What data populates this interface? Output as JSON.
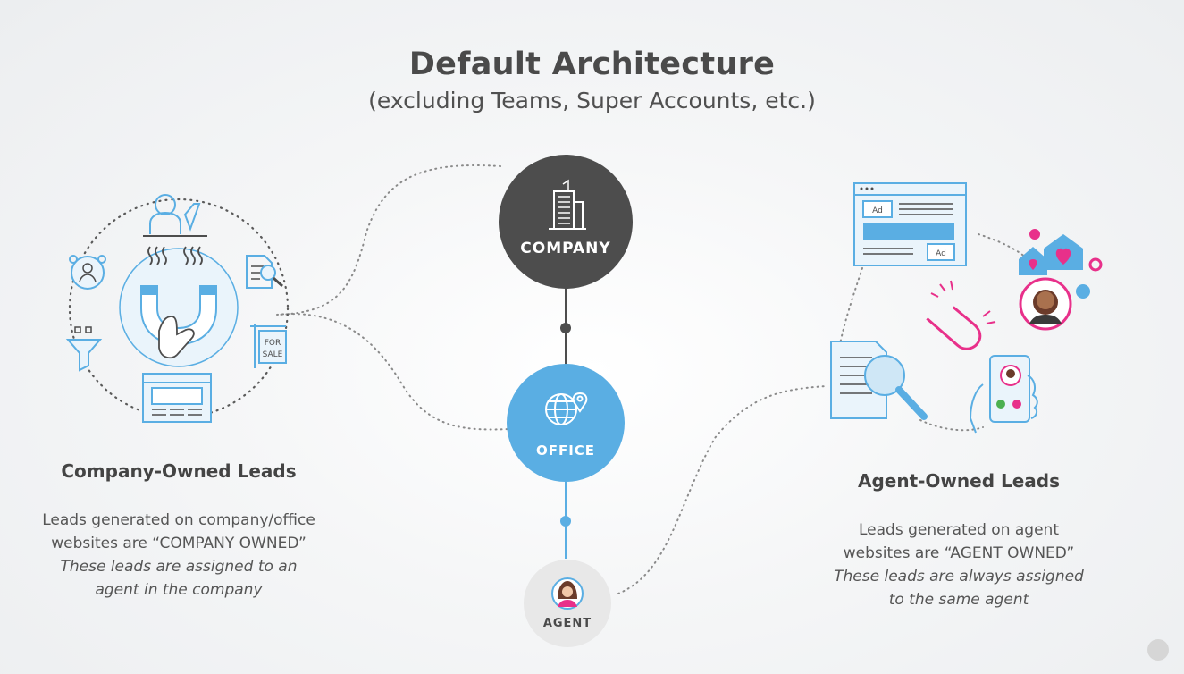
{
  "header": {
    "title": "Default Architecture",
    "subtitle": "(excluding Teams, Super Accounts, etc.)"
  },
  "nodes": {
    "company": "COMPANY",
    "office": "OFFICE",
    "agent": "AGENT"
  },
  "left": {
    "heading": "Company-Owned Leads",
    "line1": "Leads generated on company/office",
    "line2": "websites are “COMPANY OWNED”",
    "line3": "These leads are assigned to an",
    "line4": "agent in the company",
    "sign_text_1": "FOR",
    "sign_text_2": "SALE"
  },
  "right": {
    "heading": "Agent-Owned Leads",
    "line1": "Leads generated on agent",
    "line2": "websites are “AGENT OWNED”",
    "line3": "These leads are always assigned",
    "line4": "to the same agent",
    "ad_label_1": "Ad",
    "ad_label_2": "Ad"
  },
  "colors": {
    "company": "#4d4d4d",
    "office": "#5aaee3",
    "icon_blue": "#5aaee3",
    "pink": "#e8308a",
    "connector": "#6b6b6b"
  },
  "icons": [
    "building-icon",
    "globe-pin-icon",
    "agent-avatar-icon",
    "magnet-hands-icon",
    "laptop-user-icon",
    "document-search-icon",
    "for-sale-sign-icon",
    "browser-window-icon",
    "funnel-icon",
    "people-network-icon",
    "ad-browser-icon",
    "magnet-icon",
    "phone-icon",
    "hearts-houses-icon"
  ]
}
